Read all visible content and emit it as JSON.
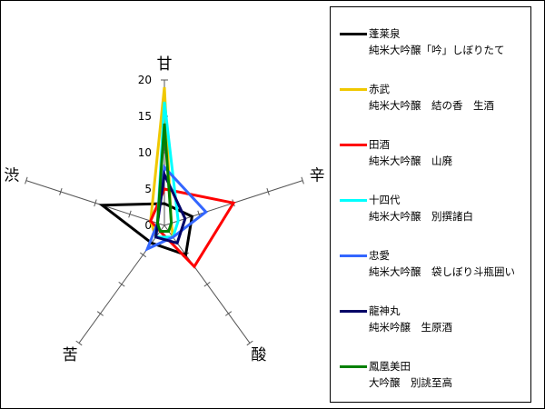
{
  "chart_data": {
    "type": "radar",
    "axes": [
      "甘",
      "辛",
      "酸",
      "苦",
      "渋"
    ],
    "rmax": 20,
    "ticks": [
      0,
      5,
      10,
      15,
      20
    ],
    "series": [
      {
        "name": "蓬莱泉",
        "subtitle": "純米大吟醸「吟」しぼりたて",
        "color": "#000000",
        "values": [
          3,
          4,
          5,
          3,
          9
        ]
      },
      {
        "name": "赤武",
        "subtitle": "純米大吟醸　結の香　生酒",
        "color": "#f0c800",
        "values": [
          19,
          1,
          2,
          2,
          2
        ]
      },
      {
        "name": "田酒",
        "subtitle": "純米大吟醸　山廃",
        "color": "#ff0000",
        "values": [
          5,
          10,
          7,
          1,
          2
        ]
      },
      {
        "name": "十四代",
        "subtitle": "純米大吟醸　別撰諸白",
        "color": "#00ffff",
        "values": [
          17,
          2,
          2,
          2,
          1
        ]
      },
      {
        "name": "忠愛",
        "subtitle": "純米大吟醸　袋しぼり斗瓶囲い",
        "color": "#3366ff",
        "values": [
          8,
          6,
          2,
          4,
          1
        ]
      },
      {
        "name": "龍神丸",
        "subtitle": "純米吟醸　生原酒",
        "color": "#000066",
        "values": [
          7,
          3,
          3,
          2,
          1
        ]
      },
      {
        "name": "鳳凰美田",
        "subtitle": "大吟醸　別誂至高",
        "color": "#008000",
        "values": [
          14,
          1,
          1,
          1,
          1
        ]
      }
    ]
  }
}
